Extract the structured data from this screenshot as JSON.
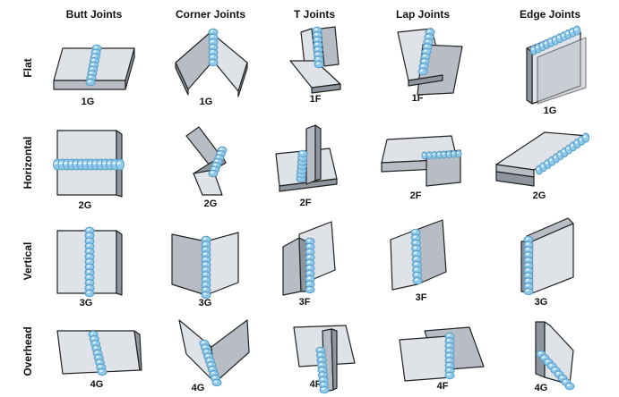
{
  "columns": [
    "Butt Joints",
    "Corner Joints",
    "T Joints",
    "Lap Joints",
    "Edge Joints"
  ],
  "rows": [
    {
      "label": "Flat",
      "codes": [
        "1G",
        "1G",
        "1F",
        "1F",
        "1G"
      ]
    },
    {
      "label": "Horizontal",
      "codes": [
        "2G",
        "2G",
        "2F",
        "2F",
        "2G"
      ]
    },
    {
      "label": "Vertical",
      "codes": [
        "3G",
        "3G",
        "3F",
        "3F",
        "3G"
      ]
    },
    {
      "label": "Overhead",
      "codes": [
        "4G",
        "4G",
        "4F",
        "4F",
        "4G"
      ]
    }
  ],
  "colors": {
    "plate_light": "#dfe2e7",
    "plate_mid": "#b8bdc5",
    "plate_dark": "#8f959e",
    "outline": "#222222",
    "weld_light": "#d7f1ff",
    "weld_mid": "#8fc9ea",
    "weld_dark": "#5a9cc6"
  }
}
